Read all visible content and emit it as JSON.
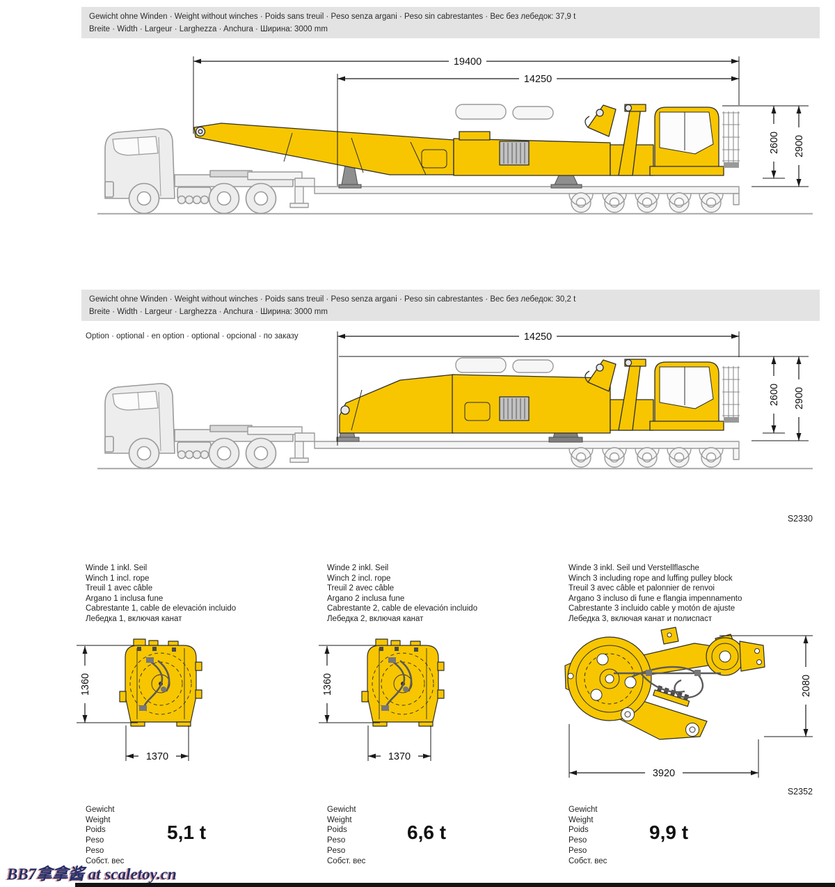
{
  "colors": {
    "crane_yellow": "#F7C600",
    "outline_dark": "#2e2e2e",
    "vehicle_gray_fill": "#ededed",
    "vehicle_gray_stroke": "#9a9a9a",
    "banner_bg": "#e3e3e3",
    "watermark_navy": "#24306b"
  },
  "transport1": {
    "banner": {
      "weight_line": "Gewicht ohne Winden · Weight without winches · Poids sans treuil · Peso senza argani · Peso sin cabrestantes · Вес без лебедок: 37,9 t",
      "width_line": "Breite · Width · Largeur · Larghezza · Anchura · Ширина: 3000 mm"
    },
    "dims": {
      "overall_length": "19400",
      "deck_length": "14250",
      "load_height": "2600",
      "transport_height": "2900"
    }
  },
  "transport2": {
    "banner": {
      "weight_line": "Gewicht ohne Winden · Weight without winches · Poids sans treuil · Peso senza argani · Peso sin cabrestantes · Вес без лебедок: 30,2 t",
      "width_line": "Breite · Width · Largeur · Larghezza · Anchura · Ширина: 3000 mm"
    },
    "option_note": "Option · optional · en option · optional · opcional · по заказу",
    "dims": {
      "deck_length": "14250",
      "load_height": "2600",
      "transport_height": "2900"
    },
    "figure_code": "S2330"
  },
  "winches": {
    "figure_code": "S2352",
    "weight_labels": [
      "Gewicht",
      "Weight",
      "Poids",
      "Peso",
      "Peso",
      "Собст. вес"
    ],
    "items": [
      {
        "desc": [
          "Winde 1 inkl. Seil",
          "Winch 1 incl. rope",
          "Treuil 1 avec câble",
          "Argano 1 inclusa fune",
          "Cabrestante 1, cable de elevación incluido",
          "Лебедка 1, включая канат"
        ],
        "dims": {
          "height": "1360",
          "width": "1370"
        },
        "weight": "5,1 t"
      },
      {
        "desc": [
          "Winde 2 inkl. Seil",
          "Winch 2 incl. rope",
          "Treuil 2 avec câble",
          "Argano 2 inclusa fune",
          "Cabrestante 2, cable de elevación incluido",
          "Лебедка 2, включая канат"
        ],
        "dims": {
          "height": "1360",
          "width": "1370"
        },
        "weight": "6,6 t"
      },
      {
        "desc": [
          "Winde 3 inkl. Seil und Verstellflasche",
          "Winch 3 including rope and luffing pulley block",
          "Treuil 3 avec câble et palonnier de renvoi",
          "Argano 3 incluso di fune e flangia impennamento",
          "Cabrestante 3 incluido cable y motón de ajuste",
          "Лебедка 3, включая канат и полиспаст"
        ],
        "dims": {
          "height": "2080",
          "width": "3920"
        },
        "weight": "9,9 t"
      }
    ]
  },
  "watermark": "BB7拿拿酱 at scaletoy.cn"
}
